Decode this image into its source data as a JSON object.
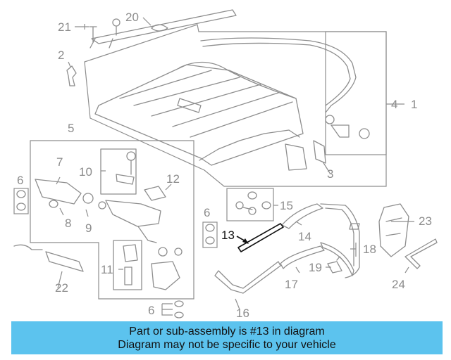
{
  "callouts": {
    "n1": "1",
    "n2": "2",
    "n3": "3",
    "n4": "4",
    "n5": "5",
    "n6a": "6",
    "n6b": "6",
    "n6c": "6",
    "n7": "7",
    "n8": "8",
    "n9": "9",
    "n10": "10",
    "n11": "11",
    "n12": "12",
    "n13": "13",
    "n14": "14",
    "n15": "15",
    "n16": "16",
    "n17": "17",
    "n18": "18",
    "n19": "19",
    "n20": "20",
    "n21": "21",
    "n22": "22",
    "n23": "23",
    "n24": "24"
  },
  "highlight_color": "#111111",
  "callout_color": "#8c8c8c",
  "banner": {
    "line1": "Part or sub-assembly is #13 in diagram",
    "line2": "Diagram may not be specific to your vehicle",
    "background": "#5cc3ee"
  }
}
